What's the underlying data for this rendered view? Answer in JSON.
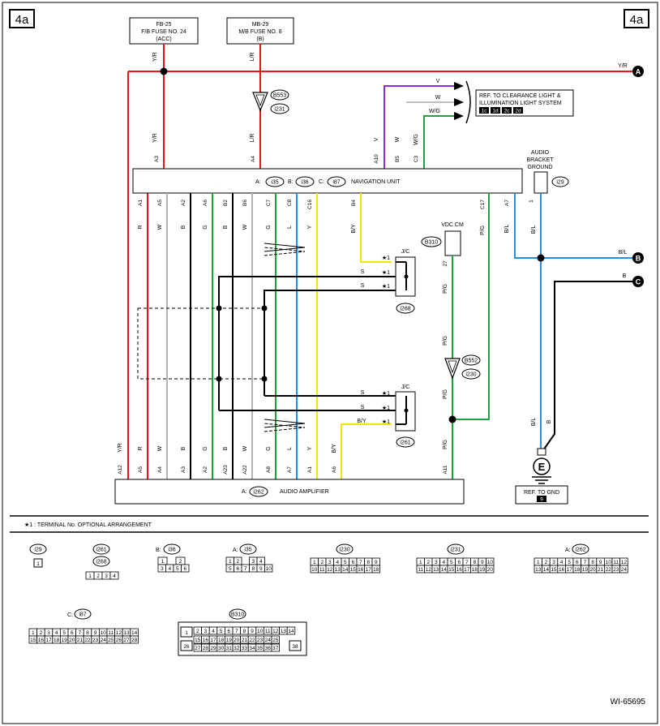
{
  "page_tag": "4a",
  "doc_code": "WI-65695",
  "colors": {
    "red": "#e8141e",
    "black": "#000000",
    "green": "#1fa23a",
    "blue": "#2a8fe0",
    "yellow": "#f2e600",
    "purple": "#8a2be2",
    "pink_green": "#1fa23a"
  },
  "fuses": [
    {
      "line1": "FB-25",
      "line2": "F/B FUSE NO. 24",
      "line3": "(ACC)"
    },
    {
      "line1": "MB-29",
      "line2": "M/B FUSE NO. 8",
      "line3": "(B)"
    }
  ],
  "refs": {
    "clearance": {
      "line1": "REF. TO CLEARANCE LIGHT &",
      "line2": "ILLUMINATION LIGHT SYSTEM",
      "codes": [
        "1c",
        "1d",
        "2c",
        "2d"
      ]
    },
    "gnd": {
      "text": "REF. TO GND",
      "code": "9"
    }
  },
  "units": {
    "nav": {
      "name": "NAVIGATION UNIT",
      "conn_a": "A:",
      "conn_a_id": "i35",
      "conn_b": "B:",
      "conn_b_id": "i36",
      "conn_c": "C:",
      "conn_c_id": "i87"
    },
    "amp": {
      "name": "AUDIO AMPLIFIER",
      "conn_a": "A:",
      "conn_a_id": "i262"
    },
    "ground": {
      "line1": "AUDIO",
      "line2": "BRACKET",
      "line3": "GROUND",
      "id": "i29",
      "pin": "1"
    },
    "vdc": {
      "name": "VDC CM",
      "id": "B310",
      "pin": "27"
    }
  },
  "connectors_inline": [
    {
      "id": "B553"
    },
    {
      "id": "i231"
    },
    {
      "id": "B552"
    },
    {
      "id": "i230"
    }
  ],
  "jc": [
    {
      "title": "J/C",
      "id": "i268",
      "star": "★",
      "stars": [
        "★1",
        "★1",
        "★1"
      ],
      "wires": [
        "S",
        "S"
      ]
    },
    {
      "title": "J/C",
      "id": "i261",
      "star": "★",
      "stars": [
        "★1",
        "★1",
        "★1"
      ],
      "wires": [
        "S",
        "S",
        "B/Y"
      ]
    }
  ],
  "endpoints": {
    "A": "A",
    "B": "B",
    "C": "C"
  },
  "wire_labels": {
    "yr": "Y/R",
    "lr": "L/R",
    "v": "V",
    "w": "W",
    "wg": "W/G",
    "r": "R",
    "b": "B",
    "g": "G",
    "l": "L",
    "y": "Y",
    "by": "B/Y",
    "pg": "P/G",
    "bl": "B/L"
  },
  "nav_pins": [
    "A1",
    "A5",
    "A2",
    "A6",
    "B2",
    "B6",
    "C7",
    "C8",
    "C16",
    "B4",
    "C17",
    "A7",
    "A3",
    "A4",
    "A10",
    "B5",
    "C3"
  ],
  "amp_pins": [
    "A12",
    "A5",
    "A4",
    "A3",
    "A2",
    "A23",
    "A22",
    "A8",
    "A7",
    "A1",
    "A6",
    "A11"
  ],
  "note": "★1 : TERMINAL No. OPTIONAL ARRANGEMENT",
  "legend": {
    "i29": {
      "id": "i29",
      "pins": [
        "1"
      ]
    },
    "i261": {
      "id": "i261",
      "id2": "i268",
      "pins": [
        "1",
        "2",
        "3",
        "4"
      ]
    },
    "i36": {
      "prefix": "B:",
      "id": "i36",
      "row1": [
        "1",
        "",
        "2"
      ],
      "row2": [
        "3",
        "4",
        "5",
        "6"
      ]
    },
    "i35": {
      "prefix": "A:",
      "id": "i35",
      "row1": [
        "1",
        "2",
        "",
        "3",
        "4"
      ],
      "row2": [
        "5",
        "6",
        "7",
        "8",
        "9",
        "10"
      ]
    },
    "i230": {
      "id": "i230",
      "row1": [
        "1",
        "2",
        "3",
        "4",
        "5",
        "6",
        "7",
        "8",
        "9"
      ],
      "row2": [
        "10",
        "11",
        "12",
        "13",
        "14",
        "15",
        "16",
        "17",
        "18"
      ]
    },
    "i231": {
      "id": "i231",
      "row1": [
        "1",
        "2",
        "3",
        "4",
        "5",
        "6",
        "7",
        "8",
        "9",
        "10"
      ],
      "row2": [
        "11",
        "12",
        "13",
        "14",
        "15",
        "16",
        "17",
        "18",
        "19",
        "20"
      ]
    },
    "i262": {
      "prefix": "A:",
      "id": "i262",
      "row1": [
        "1",
        "2",
        "3",
        "4",
        "5",
        "6",
        "7",
        "8",
        "9",
        "10",
        "11",
        "12"
      ],
      "row2": [
        "13",
        "14",
        "15",
        "16",
        "17",
        "18",
        "19",
        "20",
        "21",
        "22",
        "23",
        "24"
      ]
    },
    "i87": {
      "prefix": "C:",
      "id": "i87",
      "row1": [
        "1",
        "2",
        "3",
        "4",
        "5",
        "6",
        "7",
        "8",
        "9",
        "10",
        "11",
        "12",
        "13",
        "14"
      ],
      "row2": [
        "15",
        "16",
        "17",
        "18",
        "19",
        "20",
        "21",
        "22",
        "23",
        "24",
        "25",
        "26",
        "27",
        "28"
      ]
    },
    "B310": {
      "id": "B310",
      "row1": [
        "1",
        "2",
        "3",
        "4",
        "5",
        "6",
        "7",
        "8",
        "9",
        "10",
        "11",
        "12",
        "13",
        "14"
      ],
      "row2": [
        "15",
        "16",
        "17",
        "18",
        "19",
        "20",
        "21",
        "22",
        "23",
        "24",
        "25"
      ],
      "row3": [
        "27",
        "28",
        "29",
        "30",
        "31",
        "32",
        "33",
        "34",
        "35",
        "36",
        "37"
      ],
      "left": "26",
      "right": "38"
    }
  }
}
